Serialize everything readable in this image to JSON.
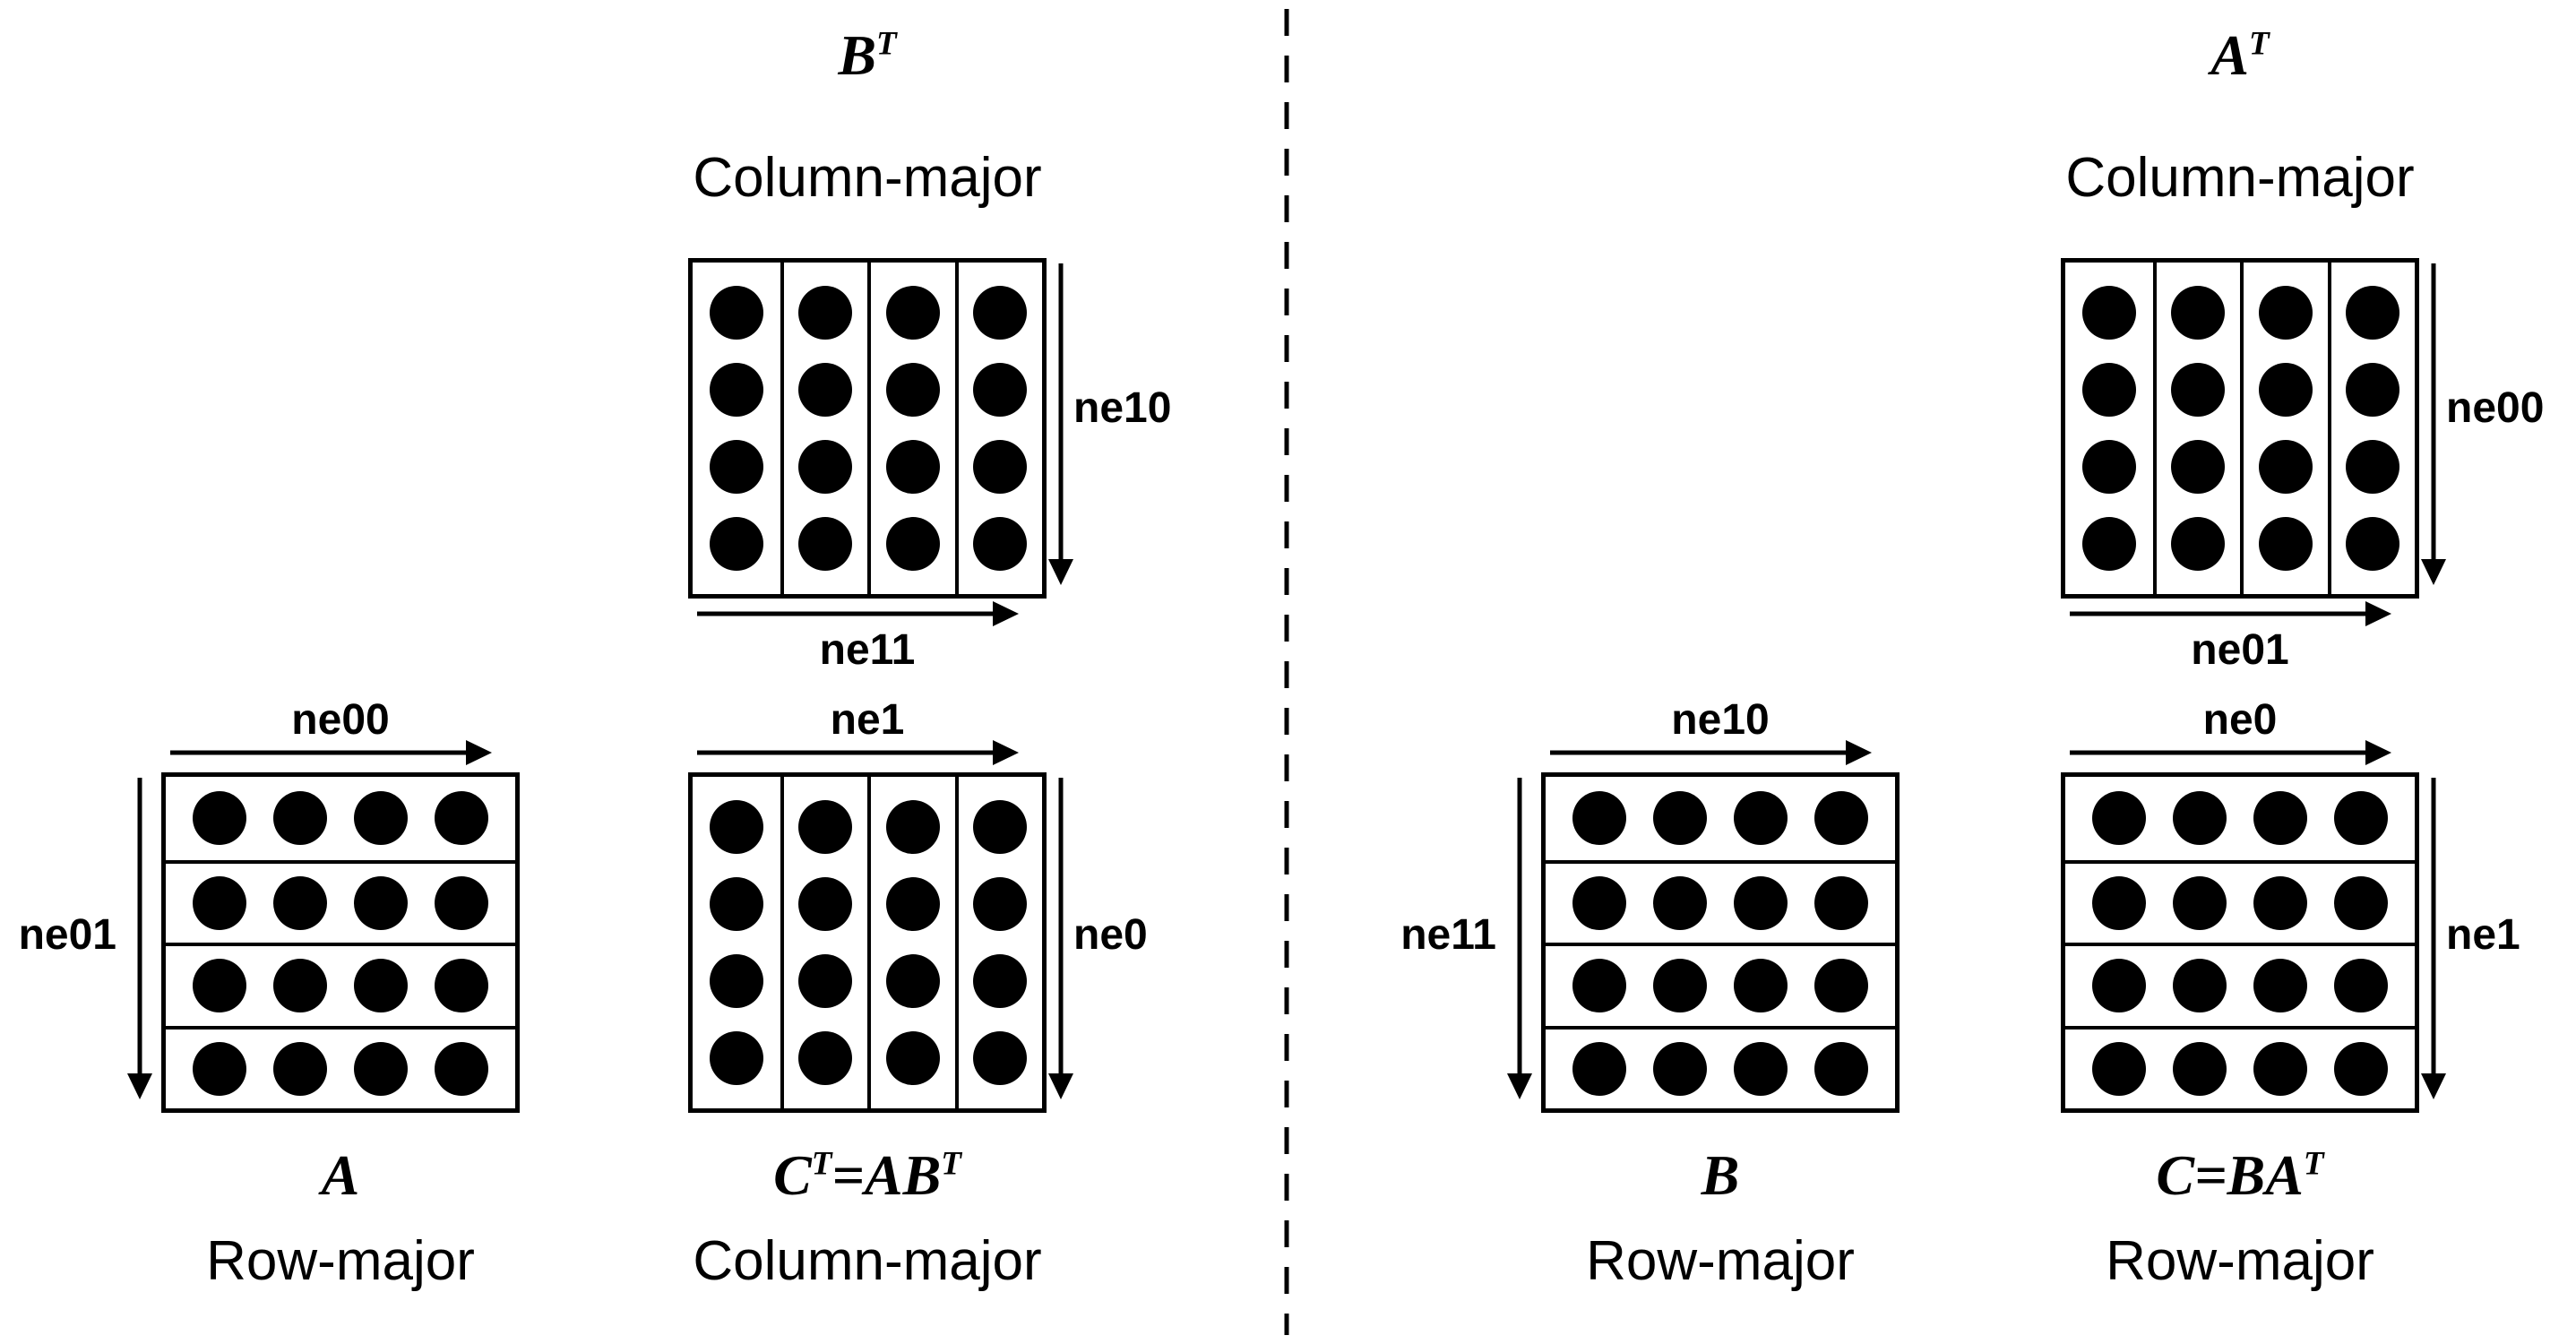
{
  "page": {
    "background": "#ffffff",
    "line_color": "#000000",
    "dot_color": "#000000"
  },
  "grid": {
    "rows": 4,
    "cols": 4
  },
  "left": {
    "bt": {
      "title": {
        "p1": "B",
        "p2": "T"
      },
      "subtitle": "Column-major",
      "orientation": "column",
      "side_arrow_label": "ne10",
      "bottom_arrow_label": "ne11"
    },
    "a": {
      "top_arrow_label": "ne00",
      "side_arrow_label": "ne01",
      "orientation": "row",
      "name": {
        "p1": "A"
      },
      "subtitle": "Row-major"
    },
    "ct": {
      "top_arrow_label": "ne1",
      "side_arrow_label": "ne0",
      "orientation": "column",
      "name": {
        "p1": "C",
        "p2": "T",
        "p3": "=AB",
        "p4": "T"
      },
      "subtitle": "Column-major"
    }
  },
  "right": {
    "at": {
      "title": {
        "p1": "A",
        "p2": "T"
      },
      "subtitle": "Column-major",
      "orientation": "column",
      "side_arrow_label": "ne00",
      "bottom_arrow_label": "ne01"
    },
    "b": {
      "top_arrow_label": "ne10",
      "side_arrow_label": "ne11",
      "orientation": "row",
      "name": {
        "p1": "B"
      },
      "subtitle": "Row-major"
    },
    "c": {
      "top_arrow_label": "ne0",
      "side_arrow_label": "ne1",
      "orientation": "row",
      "name": {
        "p1": "C=BA",
        "p2": "T"
      },
      "subtitle": "Row-major"
    }
  }
}
